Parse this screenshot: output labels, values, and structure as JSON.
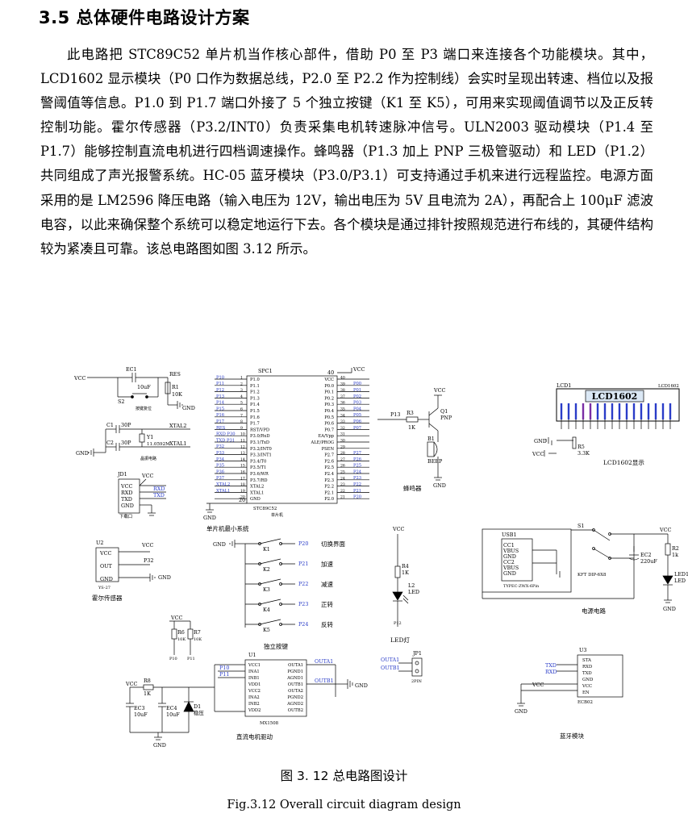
{
  "section": {
    "heading": "3.5 总体硬件电路设计方案"
  },
  "body": {
    "paragraph": "此电路把 STC89C52 单片机当作核心部件，借助 P0 至 P3 端口来连接各个功能模块。其中，LCD1602 显示模块（P0 口作为数据总线，P2.0 至 P2.2 作为控制线）会实时呈现出转速、档位以及报警阈值等信息。P1.0 到 P1.7 端口外接了 5 个独立按键（K1 至 K5），可用来实现阈值调节以及正反转控制功能。霍尔传感器（P3.2/INT0）负责采集电机转速脉冲信号。ULN2003 驱动模块（P1.4 至 P1.7）能够控制直流电机进行四档调速操作。蜂鸣器（P1.3 加上 PNP 三极管驱动）和 LED（P1.2）共同组成了声光报警系统。HC-05 蓝牙模块（P3.0/P3.1）可支持通过手机来进行远程监控。电源方面采用的是 LM2596 降压电路（输入电压为 12V，输出电压为 5V 且电流为 2A），再配合上 100μF 滤波电容，以此来确保整个系统可以稳定地运行下去。各个模块是通过排针按照规范进行布线的，其硬件结构较为紧凑且可靠。该总电路图如图 3.12 所示。"
  },
  "figure": {
    "caption_cn": "图 3. 12  总电路图设计",
    "caption_en": "Fig.3.12 Overall circuit diagram design",
    "schematic": {
      "vcc": "VCC",
      "gnd": "GND",
      "reset": {
        "res_label": "RES",
        "r1": "R1",
        "r1_val": "10K",
        "s2": "S2",
        "c_ref": "EC1",
        "c_val": "10uF",
        "caption": "按键复位"
      },
      "crystal": {
        "c1": "C1",
        "c2": "C2",
        "cap_val": "30P",
        "y1": "Y1",
        "freq": "11.0592M",
        "xtal1": "XTAL1",
        "xtal2": "XTAL2",
        "caption": "晶振电路"
      },
      "download": {
        "ref": "JD1",
        "vcc": "VCC",
        "rxd": "RXD",
        "txd": "TXD",
        "gnd": "GND",
        "caption": "下载口"
      },
      "mcu": {
        "ref": "SPC1",
        "part": "STC89C52",
        "sub": "单片机",
        "pin_vcc_num": "40",
        "pin_gnd_num": "20",
        "left_nets": [
          "P10",
          "P11",
          "P12",
          "P13",
          "P14",
          "P15",
          "P16",
          "P17",
          "RES",
          "RXD P30",
          "TXD P31",
          "P32",
          "P33",
          "P34",
          "P35",
          "P36",
          "P37",
          "XTAL2",
          "XTAL1"
        ],
        "left_pins": [
          "P1.0",
          "P1.1",
          "P1.2",
          "P1.3",
          "P1.4",
          "P1.5",
          "P1.6",
          "P1.7",
          "RST/VPD",
          "P3.0/RxD",
          "P3.1/TxD",
          "P3.2/INT0",
          "P3.3/INT1",
          "P3.4/T0",
          "P3.5/T1",
          "P3.6/WR",
          "P3.7/RD",
          "XTAL2",
          "XTAL1",
          "GND"
        ],
        "right_pins": [
          "VCC",
          "P0.0",
          "P0.1",
          "P0.2",
          "P0.3",
          "P0.4",
          "P0.5",
          "P0.6",
          "P0.7",
          "EA/Vpp",
          "ALE/PROG",
          "PSEN",
          "P2.7",
          "P2.6",
          "P2.5",
          "P2.4",
          "P2.3",
          "P2.2",
          "P2.1",
          "P2.0"
        ],
        "right_nets": [
          "",
          "P00",
          "P01",
          "P02",
          "P03",
          "P04",
          "P05",
          "P06",
          "P07",
          "",
          "",
          "",
          "P27",
          "P26",
          "P25",
          "P24",
          "P23",
          "P22",
          "P21",
          "P20"
        ],
        "caption": "单片机最小系统"
      },
      "buzzer": {
        "ref": "Q1",
        "type": "PNP",
        "r3": "R3",
        "r3_val": "1K",
        "net": "P13",
        "b1": "B1",
        "b1_part": "BEEP",
        "caption": "蜂鸣器"
      },
      "lcd": {
        "ref": "LCD1",
        "title": "LCD1602",
        "part": "LCD1602",
        "r5": "R5",
        "r5_val": "3.3K",
        "caption": "LCD1602显示"
      },
      "hall": {
        "ref": "U2",
        "pins": [
          "VCC",
          "OUT",
          "GND"
        ],
        "net": "P32",
        "part": "YS-27",
        "caption": "霍尔传感器"
      },
      "keys": {
        "caption": "独立按键",
        "items": [
          {
            "ref": "K1",
            "net": "P20",
            "label": "切换界面"
          },
          {
            "ref": "K2",
            "net": "P21",
            "label": "加速"
          },
          {
            "ref": "K3",
            "net": "P22",
            "label": "减速"
          },
          {
            "ref": "K4",
            "net": "P23",
            "label": "正转"
          },
          {
            "ref": "K5",
            "net": "P24",
            "label": "反转"
          }
        ]
      },
      "led": {
        "ref": "L2",
        "r4": "R4",
        "r4_val": "1K",
        "part": "LED",
        "net": "P12",
        "caption": "LED灯"
      },
      "power": {
        "usb": "USB1",
        "usb_part": "TYPEC-ZWX-6Pin",
        "usb_pins": [
          "CC1",
          "VBUS",
          "GND",
          "CC2",
          "VBUS",
          "GND"
        ],
        "s1": "S1",
        "s1_part": "KFT DIP-6X8",
        "ec2": "EC2",
        "ec2_val": "220uF",
        "r2": "R2",
        "r2_val": "1k",
        "led1": "LED1",
        "led1_part": "LED",
        "caption": "电源电路"
      },
      "driver": {
        "ref": "U1",
        "part": "MX1508",
        "left_pins": [
          "VCC1",
          "INA1",
          "INB1",
          "VDD1",
          "VCC2",
          "INA2",
          "INB2",
          "VDD2"
        ],
        "right_pins": [
          "OUTA1",
          "PGND1",
          "AGND1",
          "OUTB1",
          "OUTA2",
          "PGND2",
          "AGND2",
          "OUTB2"
        ],
        "nets_in": [
          "P10",
          "P11"
        ],
        "nets_out": [
          "OUTA1",
          "OUTB1"
        ],
        "caption": "直流电机驱动"
      },
      "pullups": {
        "r6": "R6",
        "r7": "R7",
        "val": "10K",
        "nets": [
          "P10",
          "P11"
        ]
      },
      "supply_caps": {
        "r8": "R8",
        "r8_val": "1K",
        "ec3": "EC3",
        "ec3_val": "10uF",
        "ec4": "EC4",
        "ec4_val": "10uF",
        "d1": "D1",
        "d1_label": "稳压"
      },
      "motor": {
        "ref": "JP1",
        "part": "2PIN",
        "nets": [
          "OUTA1",
          "OUTB1"
        ]
      },
      "bluetooth": {
        "ref": "U3",
        "part": "ECB02",
        "pins": [
          "STA",
          "RXD",
          "TXD",
          "GND",
          "VCC",
          "EN"
        ],
        "nets": [
          "TXD",
          "RXD"
        ],
        "caption": "蓝牙模块"
      }
    }
  }
}
